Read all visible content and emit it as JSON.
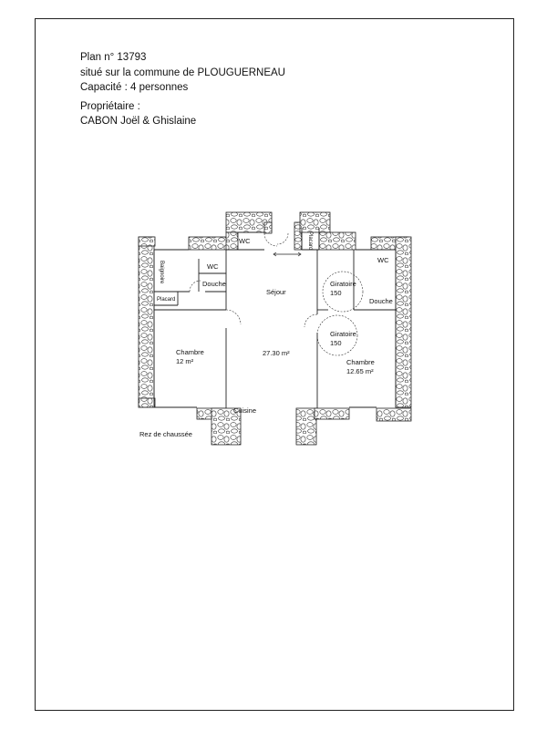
{
  "header": {
    "line1": "Plan n° 13793",
    "line2": "situé sur la commune de PLOUGUERNEAU",
    "line3": "Capacité : 4 personnes",
    "line4": "Propriétaire :",
    "line5": "CABON Joël & Ghislaine"
  },
  "plan": {
    "rooms": {
      "wc_top": "WC",
      "placard_top": "Placard",
      "wc_left": "WC",
      "douche_left": "Douche",
      "baignoire": "Baignoire",
      "placard_left": "Placard",
      "sejour": "Séjour",
      "sejour_area": "27.30 m²",
      "chambre_left": "Chambre",
      "chambre_left_area": "12 m²",
      "cuisine": "Cuisine",
      "giratoire_1": "Giratoire",
      "giratoire_1_size": "150",
      "giratoire_2": "Giratoire",
      "giratoire_2_size": "150",
      "wc_right": "WC",
      "douche_right": "Douche",
      "chambre_right": "Chambre",
      "chambre_right_area": "12.65 m²"
    },
    "level_label": "Rez de chaussée"
  }
}
